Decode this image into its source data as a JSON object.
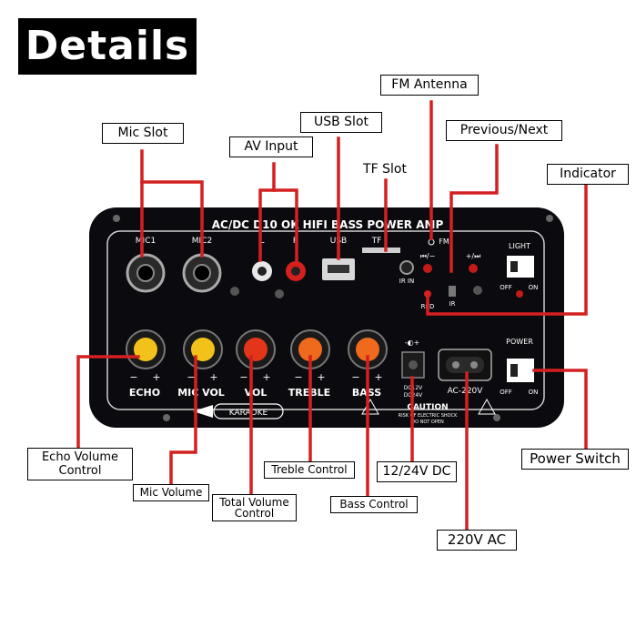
{
  "title": "Details",
  "labels": {
    "mic_slot": "Mic Slot",
    "av_input": "AV Input",
    "usb_slot": "USB Slot",
    "tf_slot": "TF Slot",
    "fm_antenna": "FM Antenna",
    "previous_next": "Previous/Next",
    "indicator": "Indicator",
    "echo_volume_control": "Echo Volume Control",
    "mic_volume": "Mic Volume",
    "total_volume_control": "Total Volume Control",
    "treble_control": "Treble Control",
    "bass_control": "Bass Control",
    "dc_12_24v": "12/24V DC",
    "ac_220v": "220V AC",
    "power_switch": "Power Switch"
  },
  "board": {
    "header": "AC/DC D10 OK HIFI BASS POWER AMP",
    "mic1": "MIC1",
    "mic2": "MIC2",
    "av_l": "L",
    "av_r": "R",
    "usb": "USB",
    "tf": "TF",
    "fm": "FM",
    "prev": "⏮/−",
    "next": "+/⏭",
    "ir_in": "IR IN",
    "ir": "IR",
    "red": "RED",
    "light": "LIGHT",
    "light_off": "OFF",
    "light_on": "ON",
    "power": "POWER",
    "power_off": "OFF",
    "power_on": "ON",
    "echo": "ECHO",
    "mic_vol": "MIC VOL",
    "vol": "VOL",
    "treble": "TREBLE",
    "bass": "BASS",
    "dc_label_1": "DC12V",
    "dc_label_2": "DC24V",
    "ac_label": "AC-220V",
    "caution": "CAUTION",
    "caution_sub_1": "RISK OF ELECTRIC SHOCK",
    "caution_sub_2": "DO NOT OPEN",
    "karaoke": "KARAOKE",
    "minus": "−",
    "plus": "+"
  },
  "colors": {
    "leader_line": "#d42020",
    "board": "#0b0b0f",
    "knob_yellow": "#f2c21a",
    "knob_red": "#e2351a",
    "knob_orange": "#ef6a1c"
  }
}
